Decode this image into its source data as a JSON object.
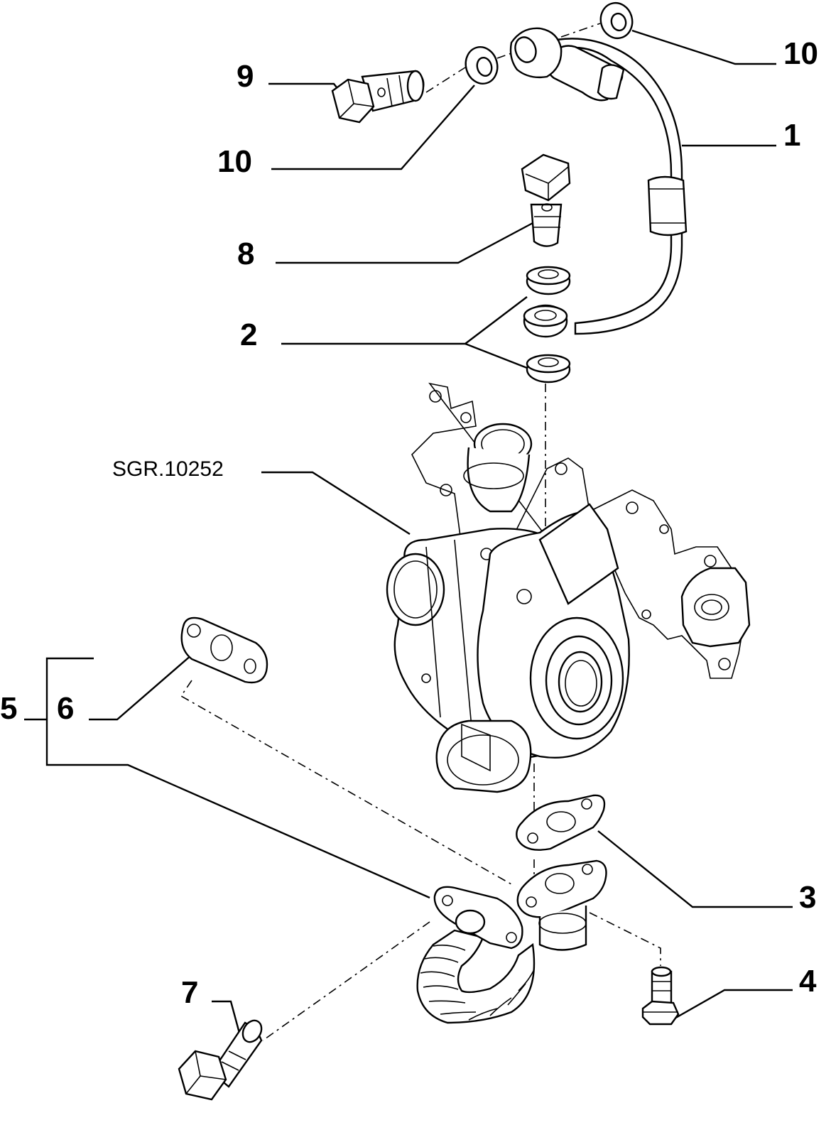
{
  "callouts": {
    "c1": "1",
    "c2": "2",
    "c3": "3",
    "c4": "4",
    "c5": "5",
    "c6": "6",
    "c7": "7",
    "c8": "8",
    "c9": "9",
    "c10_left": "10",
    "c10_right": "10",
    "turbo_ref": "SGR.10252"
  }
}
